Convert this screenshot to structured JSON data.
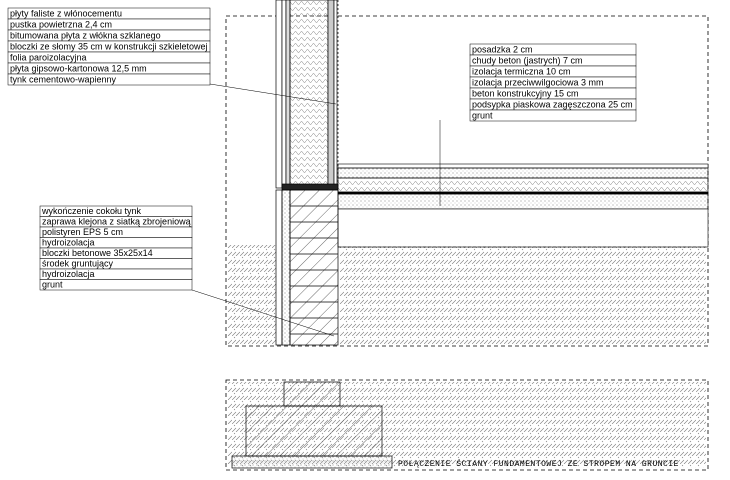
{
  "wall_layers": [
    "płyty faliste z włónocementu",
    "pustka powietrzna 2,4 cm",
    "bitumowana płyta z włókna szklanego",
    "bloczki ze słomy 35 cm w konstrukcji szkieletowej",
    "folia paroizolacyjna",
    "płyta gipsowo-kartonowa 12,5 mm",
    "tynk cementowo-wapienny"
  ],
  "floor_layers": [
    "posadzka 2 cm",
    "chudy beton (jastrych) 7 cm",
    "izolacja termiczna 10 cm",
    "izolacja przeciwwilgociowa 3 mm",
    "beton konstrukcyjny 15 cm",
    "podsypka piaskowa zagęszczona 25 cm",
    "grunt"
  ],
  "foundation_layers": [
    "wykończenie cokołu tynk",
    "zaprawa klejona z siatką zbrojeniową",
    "polistyren EPS 5 cm",
    "hydroizolacja",
    "bloczki betonowe 35x25x14",
    "środek gruntujący",
    "hydroizolacja",
    "grunt"
  ],
  "caption": "POŁĄCZENIE ŚCIANY FUNDAMENTOWEJ ZE STROPEM NA GRUNCIE",
  "colors": {
    "line": "#000000",
    "paper": "#ffffff",
    "hatch": "#555555"
  }
}
